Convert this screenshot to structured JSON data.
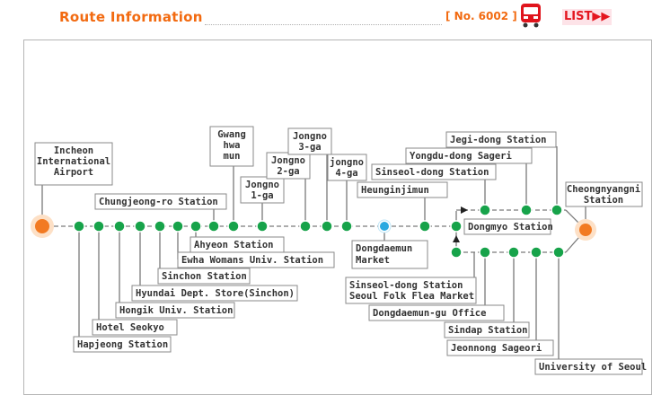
{
  "header": {
    "title": "Route Information",
    "route_no": "[ No. 6002 ]",
    "list_label": "LIST▶▶"
  },
  "colors": {
    "accent": "#f26a10",
    "station": "#17a34a",
    "transfer": "#2aa9e0",
    "terminal": "#f27a22",
    "line": "#7a7a7a"
  },
  "terminals": {
    "airport": "Incheon\nInternational\nAirport",
    "cheongnyangni": "Cheongnyangni\nStation"
  },
  "stations": {
    "hapjeong": "Hapjeong Station",
    "seokyo": "Hotel Seokyo",
    "hongik": "Hongik Univ. Station",
    "hyundai": "Hyundai Dept. Store(Sinchon)",
    "sinchon": "Sinchon Station",
    "ewha": "Ewha Womans Univ. Station",
    "ahyeon": "Ahyeon Station",
    "chungjeongro": "Chungjeong-ro Station",
    "gwanghwamun": "Gwang\nhwa\nmun",
    "jongno1": "Jongno\n1-ga",
    "jongno2": "Jongno\n2-ga",
    "jongno3": "Jongno\n3-ga",
    "jongno4": "jongno\n4-ga",
    "dongdaemun": "Dongdaemun\nMarket",
    "heunginjimun": "Heunginjimun",
    "sinseol_up": "Sinseol-dong Station",
    "yongdu": "Yongdu-dong Sageri",
    "jegi": "Jegi-dong Station",
    "dongmyo": "Dongmyo Station",
    "sinseol_folk": "Sinseol-dong Station\nSeoul Folk Flea Market",
    "ddm_gu": "Dongdaemun-gu Office",
    "sindap": "Sindap Station",
    "jeonnong": "Jeonnong Sageori",
    "uos": "University of Seoul"
  }
}
